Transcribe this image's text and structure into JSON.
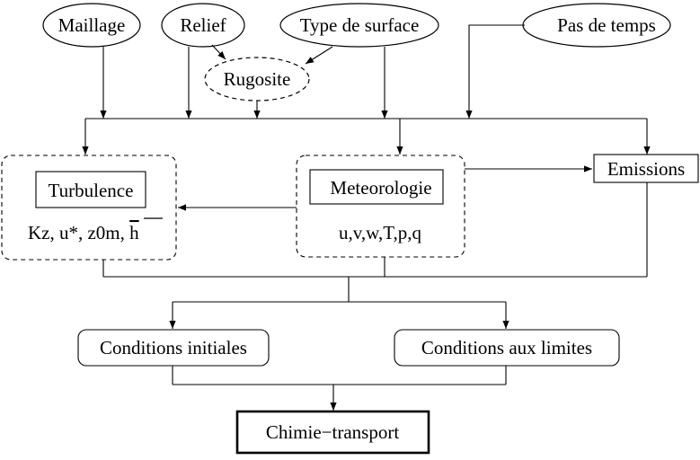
{
  "inputs": {
    "maillage": "Maillage",
    "relief": "Relief",
    "type_surface": "Type de surface",
    "pas_temps": "Pas de temps",
    "rugosite": "Rugosite"
  },
  "modules": {
    "turbulence": {
      "title": "Turbulence",
      "vars_prefix": "Kz, u*, z0m, ",
      "vars_hbar": "h"
    },
    "meteorologie": {
      "title": "Meteorologie",
      "vars": "u,v,w,T,p,q"
    },
    "emissions": "Emissions"
  },
  "boundaries": {
    "initiales": "Conditions initiales",
    "limites": "Conditions aux limites"
  },
  "output": {
    "chimie": "Chimie−transport"
  }
}
